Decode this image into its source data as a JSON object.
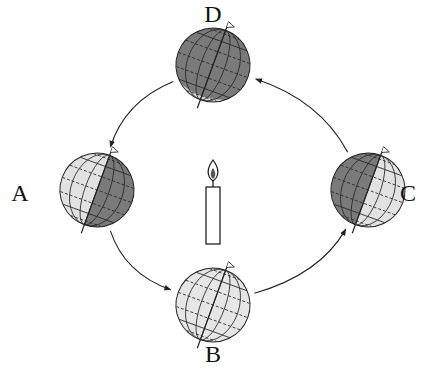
{
  "diagram": {
    "nodes": [
      {
        "text": [
          "D"
        ]
      },
      {
        "text": [
          "A"
        ]
      },
      {
        "text": [
          "C"
        ]
      },
      {
        "text": [
          "B"
        ]
      }
    ],
    "edges": [
      {
        "from": 0,
        "to": 1,
        "arrow": "to"
      },
      {
        "from": 1,
        "to": 3,
        "arrow": "to"
      },
      {
        "from": 3,
        "to": 2,
        "arrow": "to"
      },
      {
        "from": 2,
        "to": 0,
        "arrow": "to"
      }
    ]
  }
}
